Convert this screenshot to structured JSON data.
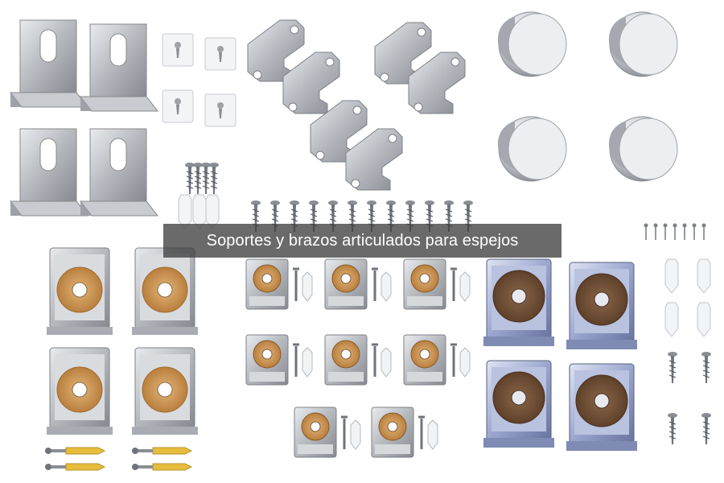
{
  "caption": {
    "text": "Soportes y brazos articulados para espejos"
  },
  "colors": {
    "steel": "#bfc3c8",
    "steel_dark": "#7d8187",
    "chrome_blue": "#8c9bc4",
    "cork": "#c9924f",
    "felt": "#6b4a33",
    "anchor": "#e6b93a",
    "plug": "#eef0f2",
    "caption_bg": "#404040"
  },
  "items": [
    "j-hook-brackets",
    "adhesive-hook-plates",
    "interlocking-z-clips",
    "round-chrome-clamps",
    "chrome-clips-with-cork",
    "small-clips-with-screws",
    "blue-chrome-clips-with-felt",
    "screws-and-plugs"
  ]
}
